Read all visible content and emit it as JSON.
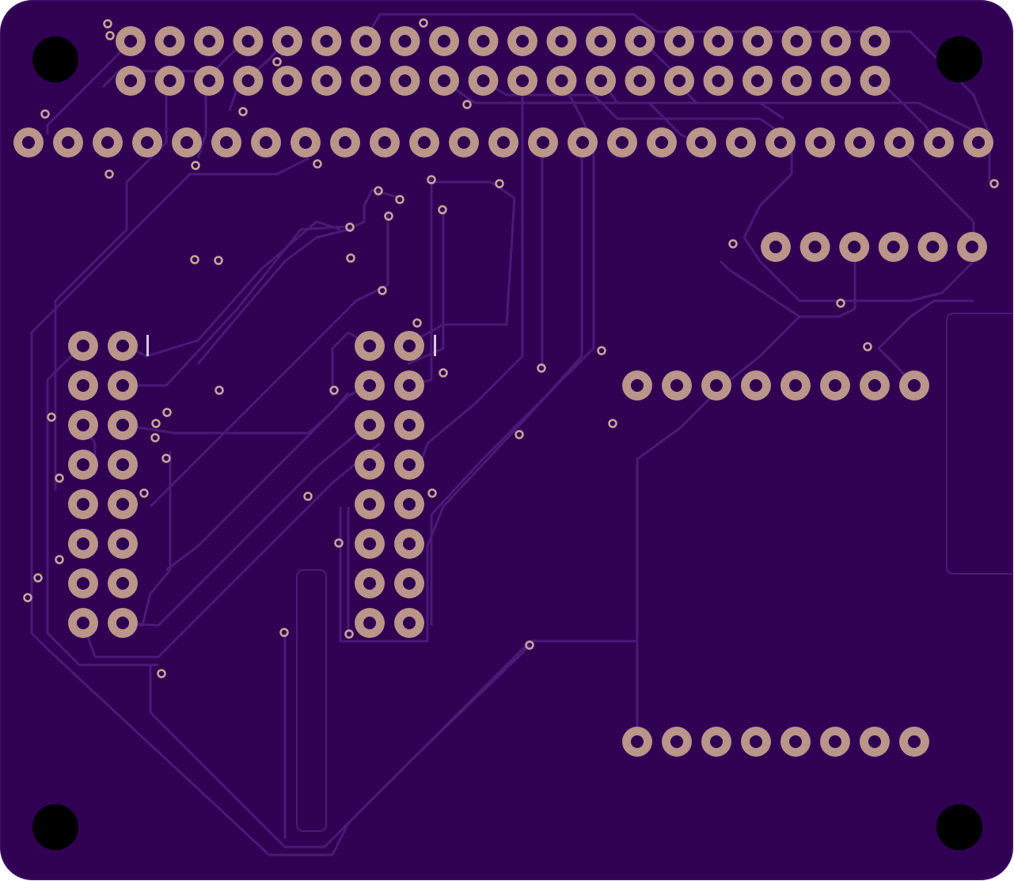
{
  "board": {
    "name": "pcb-board-bottom-view",
    "colors": {
      "substrate": "#300052",
      "substrate_edge": "#3b0a66",
      "trace": "#4a1a78",
      "pad": "#b9958a",
      "pad_hole": "#2e0050",
      "mount_hole": "#000000",
      "via": "#c8a79c",
      "silk": "#d7cbe6"
    }
  },
  "components": {
    "gpio_header": {
      "rows": 2,
      "cols": 20,
      "pin_count": 40
    },
    "pin_row_long": {
      "pins": 25
    },
    "header_6pin": {
      "pins": 6
    },
    "header_8pin_upper": {
      "pins": 8
    },
    "header_8pin_lower": {
      "pins": 8
    },
    "header_2x8_left": {
      "rows": 8,
      "cols": 2,
      "pin_count": 16
    },
    "header_2x8_center": {
      "rows": 8,
      "cols": 2,
      "pin_count": 16
    },
    "mounting_holes": {
      "count": 4
    }
  }
}
